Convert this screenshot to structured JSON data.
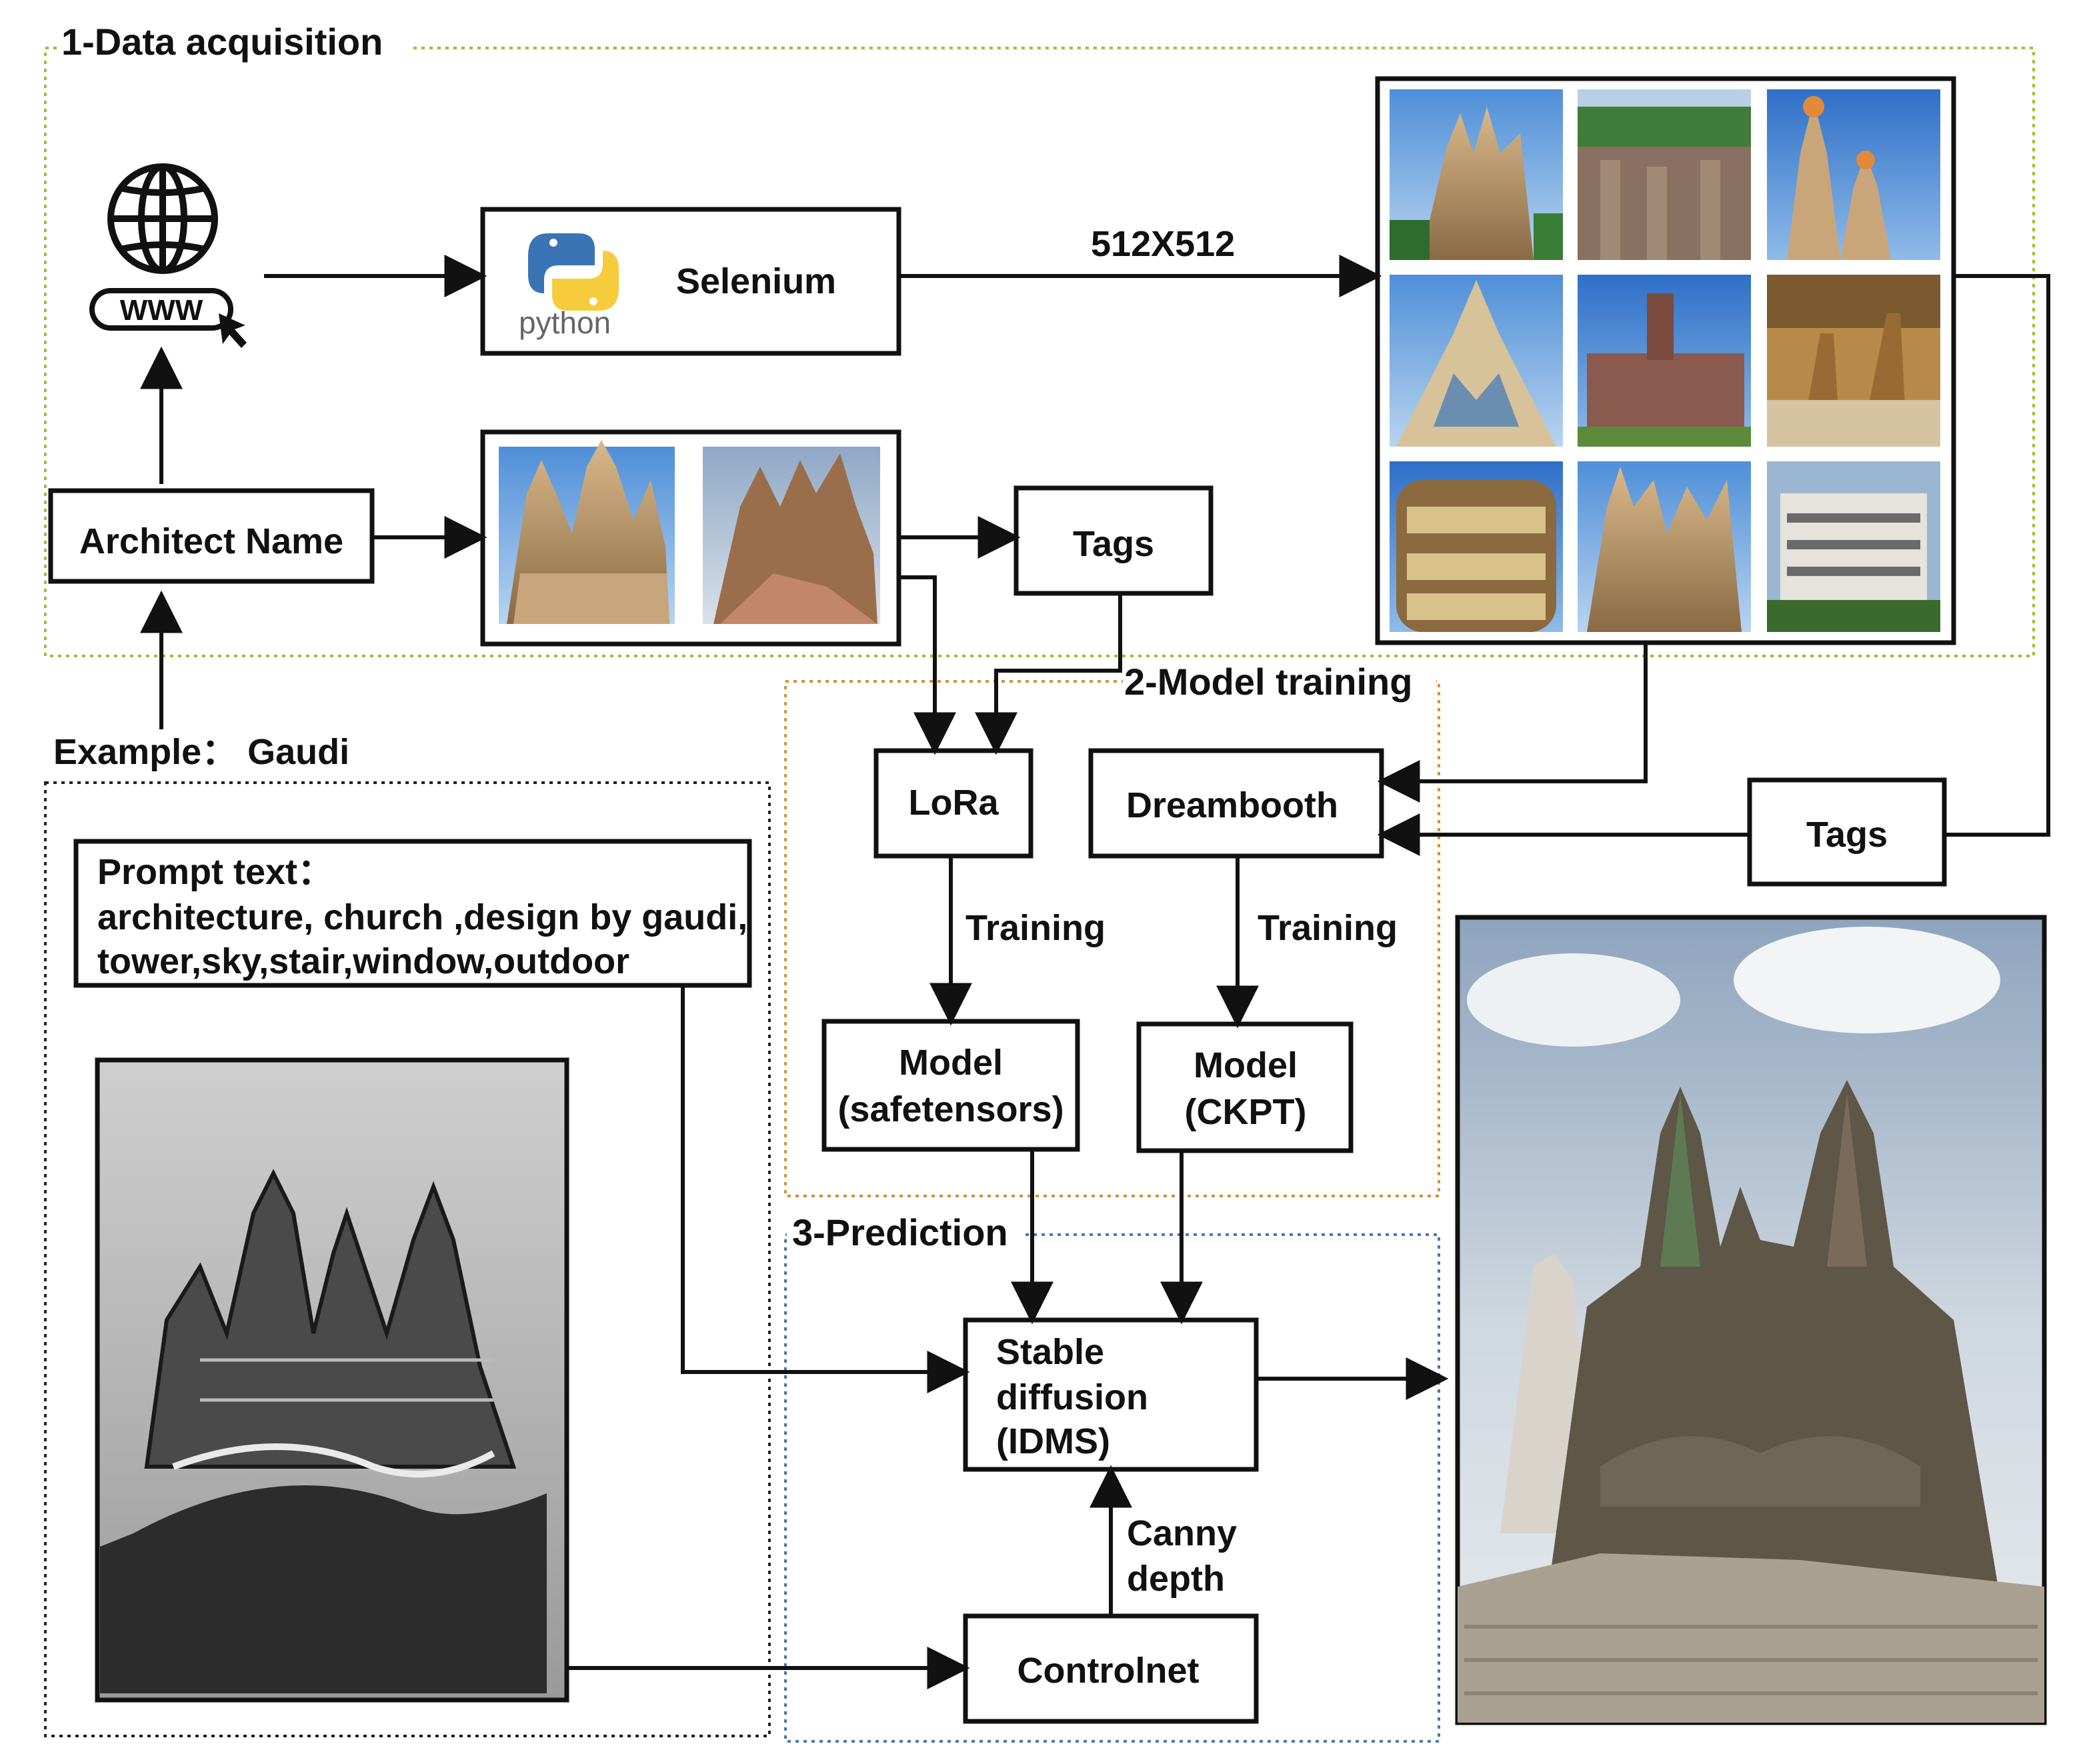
{
  "sections": {
    "acquisition": "1-Data acquisition",
    "training": "2-Model training",
    "prediction": "3-Prediction"
  },
  "nodes": {
    "www_label": "WWW",
    "python_label": "python",
    "selenium": "Selenium",
    "architect_name": "Architect Name",
    "tags_top": "Tags",
    "tags_right": "Tags",
    "lora": "LoRa",
    "dreambooth": "Dreambooth",
    "model_lora_l1": "Model",
    "model_lora_l2": "(safetensors)",
    "model_db_l1": "Model",
    "model_db_l2": "(CKPT)",
    "sd_l1": "Stable",
    "sd_l2": "diffusion",
    "sd_l3": "(IDMS)",
    "controlnet": "Controlnet"
  },
  "edge_labels": {
    "resolution": "512X512",
    "training_left": "Training",
    "training_right": "Training",
    "canny": "Canny",
    "depth": "depth"
  },
  "example": "Example： Gaudi",
  "prompt": {
    "title": "Prompt text：",
    "line1": "architecture, church ,design by gaudi,",
    "line2": "tower,sky,stair,window,outdoor"
  },
  "colors": {
    "acquisition_border": "#9bbf3a",
    "training_border": "#d4923a",
    "prediction_border": "#4a78b8",
    "example_border": "#222222",
    "python_blue": "#3b74b4",
    "python_yellow": "#f6cc3c",
    "python_text": "#666666"
  },
  "icons": {
    "globe": "globe-icon",
    "cursor": "cursor-icon",
    "python": "python-logo-icon"
  },
  "images": {
    "grid": [
      "sagrada-familia-towers",
      "park-guell-stone-wall",
      "sagrada-spire-tops",
      "spire-close-up",
      "colonia-guell-crypt",
      "park-guell-colonnade",
      "casa-batllo-facade",
      "sagrada-facade",
      "casa-mila"
    ],
    "sample_pair": [
      "sagrada-facade-front",
      "sagrada-facade-side"
    ],
    "sketch": "sketch-of-church",
    "output": "generated-church-render"
  }
}
